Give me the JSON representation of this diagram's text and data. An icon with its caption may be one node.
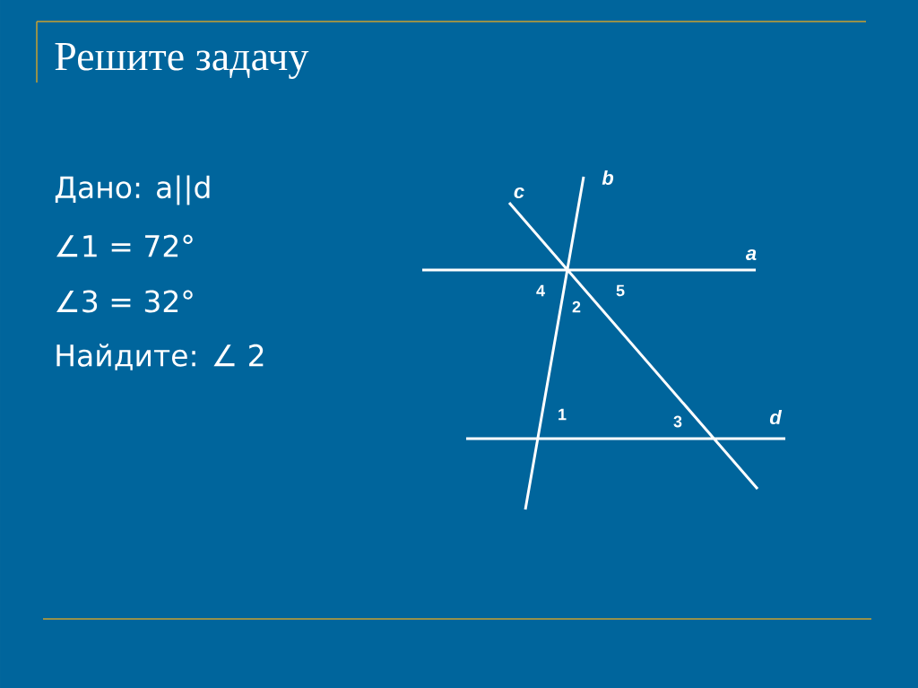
{
  "diagram": {
    "title": "Решите задачу",
    "labels": [
      "Дано: a||d",
      "∠1 = 72°",
      "∠3 = 32°",
      "Найдите: ∠ 2",
      "b",
      "c",
      "a",
      "4",
      "5",
      "2",
      "1",
      "d",
      "3"
    ]
  }
}
